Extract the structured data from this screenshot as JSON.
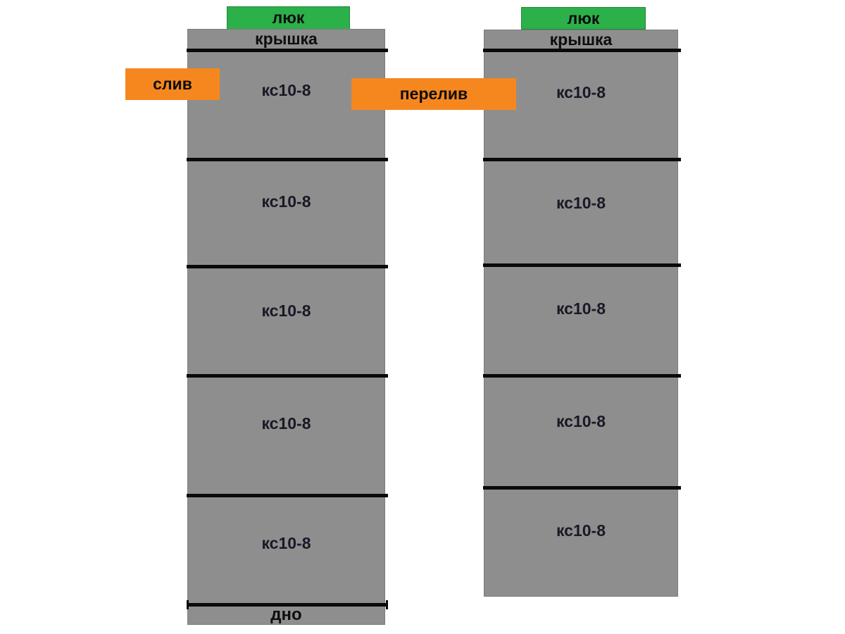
{
  "colors": {
    "background": "#ffffff",
    "ring_gray": "#8e8e8e",
    "hatch_green": "#2cb04a",
    "pipe_orange": "#f6871f",
    "joint_line": "#0a0a0a",
    "ring_text": "#191927",
    "label_text": "#0d0d0d"
  },
  "left_column": {
    "hatch_label": "люк",
    "cover_label": "крышка",
    "rings": [
      "кс10-8",
      "кс10-8",
      "кс10-8",
      "кс10-8",
      "кс10-8"
    ],
    "bottom_label": "дно"
  },
  "right_column": {
    "hatch_label": "люк",
    "cover_label": "крышка",
    "rings": [
      "кс10-8",
      "кс10-8",
      "кс10-8",
      "кс10-8",
      "кс10-8"
    ]
  },
  "pipes": {
    "drain_label": "слив",
    "overflow_label": "перелив"
  }
}
